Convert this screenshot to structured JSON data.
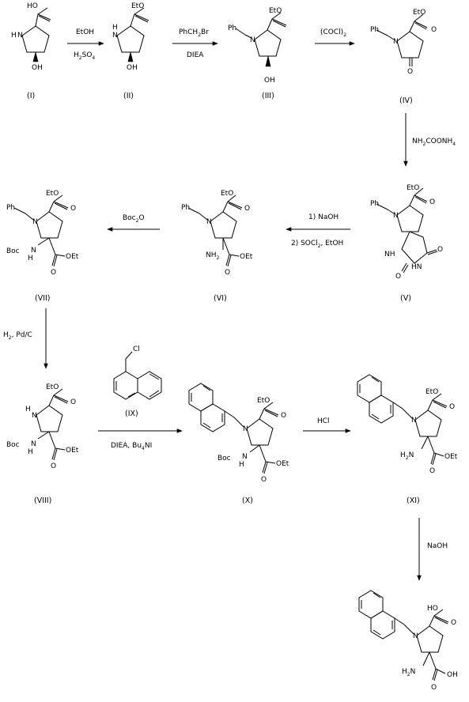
{
  "scheme": {
    "compounds": [
      {
        "id": "I",
        "label": "(I)",
        "groups": {
          "acid": "HO",
          "amine": "N",
          "amine_h": "H",
          "hydroxyl": "OH"
        }
      },
      {
        "id": "II",
        "label": "(II)",
        "groups": {
          "ester": "EtO",
          "amine": "N",
          "amine_h": "H",
          "hydroxyl": "OH"
        }
      },
      {
        "id": "III",
        "label": "(III)",
        "groups": {
          "benzyl": "Ph",
          "ester": "EtO",
          "amine": "N",
          "hydroxyl": "OH"
        }
      },
      {
        "id": "IV",
        "label": "(IV)",
        "groups": {
          "benzyl": "Ph",
          "ester": "EtO",
          "amine": "N",
          "ketone": "O"
        }
      },
      {
        "id": "V",
        "label": "(V)",
        "groups": {
          "benzyl": "Ph",
          "ester": "EtO",
          "amine": "N",
          "nh1": "NH",
          "nh2": "HN",
          "oxo1": "O",
          "oxo2": "O"
        }
      },
      {
        "id": "VI",
        "label": "(VI)",
        "groups": {
          "benzyl": "Ph",
          "ester": "EtO",
          "amine": "N",
          "amino": "NH",
          "amino_sub": "2",
          "ester2": "OEt"
        }
      },
      {
        "id": "VII",
        "label": "(VII)",
        "groups": {
          "benzyl": "Ph",
          "ester": "EtO",
          "amine": "N",
          "boc": "Boc",
          "nh": "N",
          "nh_h": "H",
          "ester2": "OEt"
        }
      },
      {
        "id": "VIII",
        "label": "(VIII)",
        "groups": {
          "ester": "EtO",
          "amine": "N",
          "amine_h": "H",
          "boc": "Boc",
          "nh": "N",
          "nh_h": "H",
          "ester2": "OEt"
        }
      },
      {
        "id": "IX",
        "label": "(IX)",
        "groups": {
          "chloro": "Cl"
        }
      },
      {
        "id": "X",
        "label": "(X)",
        "groups": {
          "ester": "EtO",
          "amine": "N",
          "boc": "Boc",
          "nh": "N",
          "nh_h": "H",
          "ester2": "OEt"
        }
      },
      {
        "id": "XI",
        "label": "(XI)",
        "groups": {
          "ester": "EtO",
          "amine": "N",
          "amino": "H",
          "amino_sub": "2",
          "amino_n": "N",
          "ester2": "OEt"
        }
      },
      {
        "id": "XII",
        "label": "",
        "groups": {
          "acid": "HO",
          "amine": "N",
          "amino": "H",
          "amino_sub": "2",
          "amino_n": "N",
          "acid2": "OH"
        }
      }
    ],
    "reagents": {
      "r1_top": "EtOH",
      "r1_bottom_main": "H",
      "r1_bottom_sub1": "2",
      "r1_bottom_main2": "SO",
      "r1_bottom_sub2": "4",
      "r2_top_main": "PhCH",
      "r2_top_sub": "2",
      "r2_top_main2": "Br",
      "r2_bottom": "DIEA",
      "r3_top_main": "(COCl)",
      "r3_top_sub": "2",
      "r4_main": "NH",
      "r4_sub1": "2",
      "r4_main2": "COONH",
      "r4_sub2": "4",
      "r5_top": "1) NaOH",
      "r5_bottom_main": "2) SOCl",
      "r5_bottom_sub": "2",
      "r5_bottom_main2": ", EtOH",
      "r6_main": "Boc",
      "r6_sub": "2",
      "r6_main2": "O",
      "r7_main": "H",
      "r7_sub": "2",
      "r7_main2": ",  Pd/C",
      "r8_main": "DIEA,  Bu",
      "r8_sub": "4",
      "r8_main2": "NI",
      "r9": "HCl",
      "r10": "NaOH"
    }
  }
}
